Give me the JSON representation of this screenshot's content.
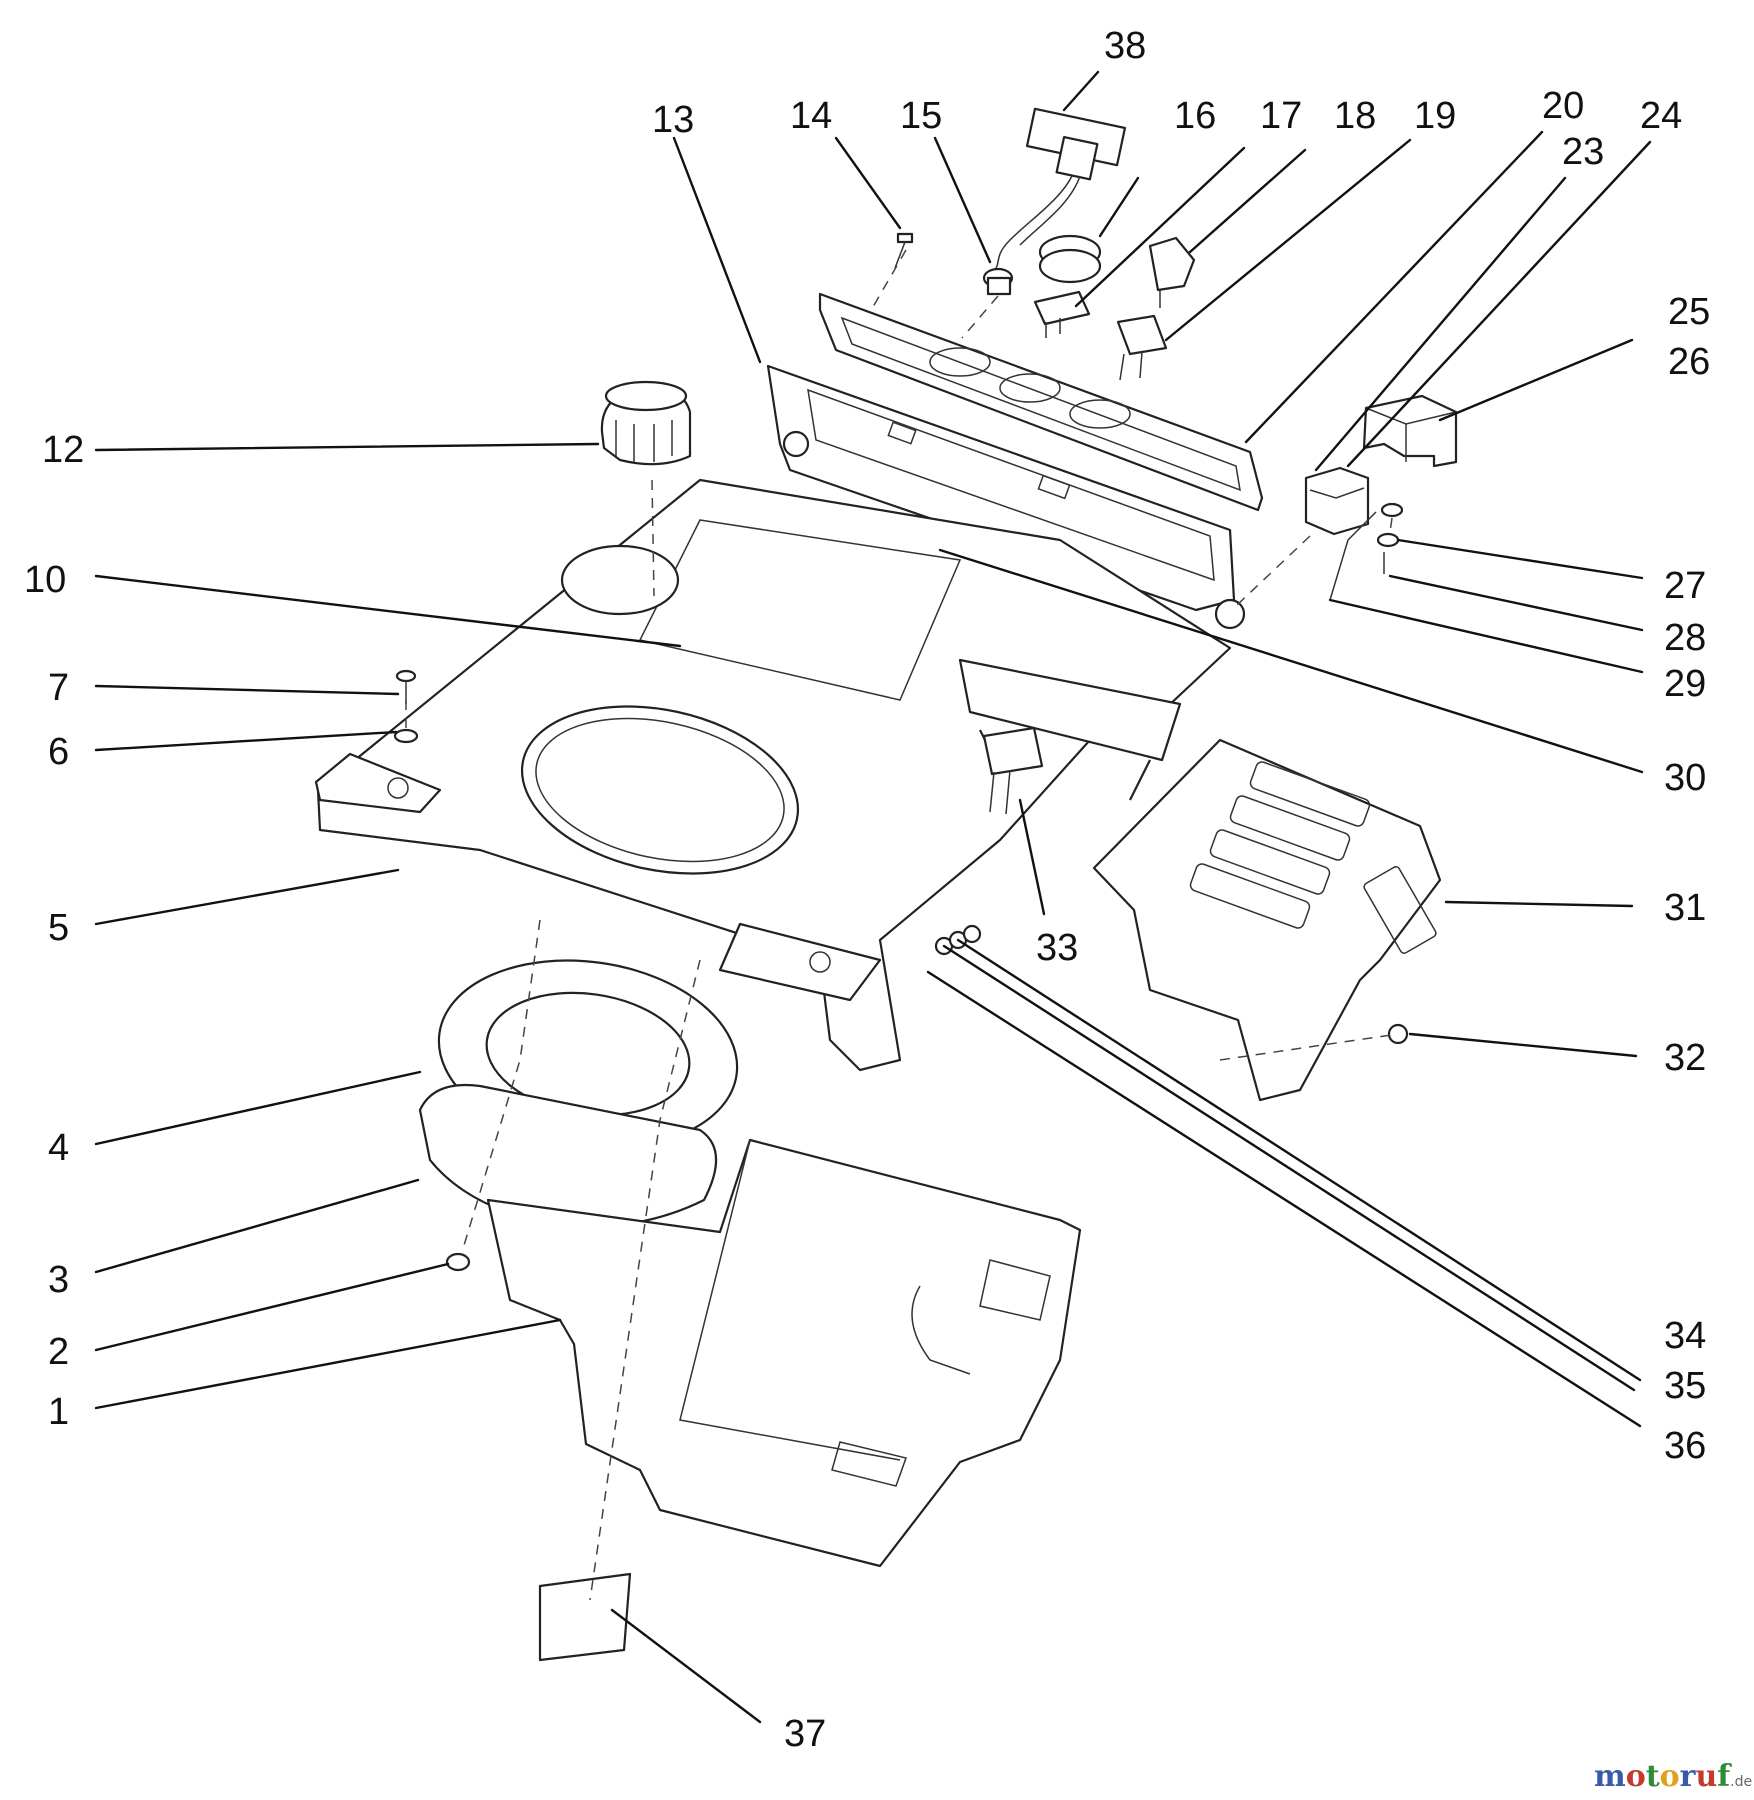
{
  "labels": [
    "38",
    "13",
    "14",
    "15",
    "16",
    "17",
    "18",
    "19",
    "20",
    "23",
    "24",
    "25",
    "26",
    "12",
    "10",
    "7",
    "6",
    "5",
    "4",
    "3",
    "2",
    "1",
    "27",
    "28",
    "29",
    "30",
    "31",
    "32",
    "33",
    "34",
    "35",
    "36",
    "37"
  ],
  "watermark": {
    "m1": "m",
    "o1": "o",
    "t": "t",
    "o2": "o",
    "r": "r",
    "u": "u",
    "f": "f",
    "suffix": ".de",
    "colors": {
      "m": "#3a5aa8",
      "o1": "#c23b2e",
      "t": "#2e8b3a",
      "o2": "#e0a020",
      "r": "#3a5aa8",
      "u": "#c23b2e",
      "f": "#2e8b3a"
    }
  }
}
